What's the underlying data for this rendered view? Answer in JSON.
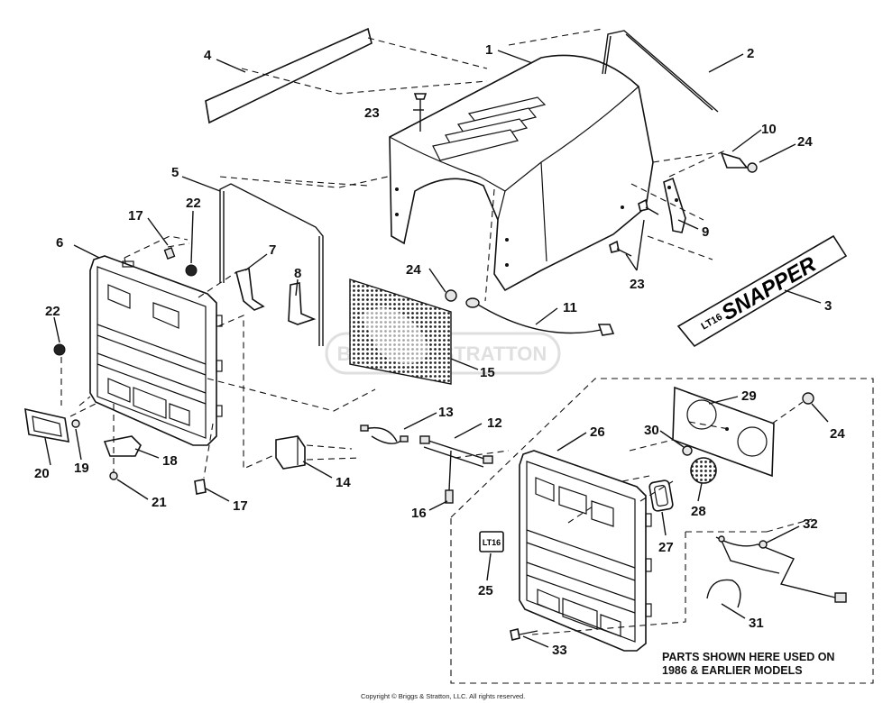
{
  "diagram": {
    "callouts": [
      {
        "id": "c1",
        "text": "1"
      },
      {
        "id": "c2",
        "text": "2"
      },
      {
        "id": "c3",
        "text": "3"
      },
      {
        "id": "c4",
        "text": "4"
      },
      {
        "id": "c5",
        "text": "5"
      },
      {
        "id": "c6",
        "text": "6"
      },
      {
        "id": "c7",
        "text": "7"
      },
      {
        "id": "c8",
        "text": "8"
      },
      {
        "id": "c9",
        "text": "9"
      },
      {
        "id": "c10",
        "text": "10"
      },
      {
        "id": "c11",
        "text": "11"
      },
      {
        "id": "c12",
        "text": "12"
      },
      {
        "id": "c13",
        "text": "13"
      },
      {
        "id": "c14",
        "text": "14"
      },
      {
        "id": "c15",
        "text": "15"
      },
      {
        "id": "c16",
        "text": "16"
      },
      {
        "id": "c17a",
        "text": "17"
      },
      {
        "id": "c17b",
        "text": "17"
      },
      {
        "id": "c18",
        "text": "18"
      },
      {
        "id": "c19",
        "text": "19"
      },
      {
        "id": "c20",
        "text": "20"
      },
      {
        "id": "c21",
        "text": "21"
      },
      {
        "id": "c22a",
        "text": "22"
      },
      {
        "id": "c22b",
        "text": "22"
      },
      {
        "id": "c23a",
        "text": "23"
      },
      {
        "id": "c23b",
        "text": "23"
      },
      {
        "id": "c24a",
        "text": "24"
      },
      {
        "id": "c24b",
        "text": "24"
      },
      {
        "id": "c24c",
        "text": "24"
      },
      {
        "id": "c25",
        "text": "25"
      },
      {
        "id": "c26",
        "text": "26"
      },
      {
        "id": "c27",
        "text": "27"
      },
      {
        "id": "c28",
        "text": "28"
      },
      {
        "id": "c29",
        "text": "29"
      },
      {
        "id": "c30",
        "text": "30"
      },
      {
        "id": "c31",
        "text": "31"
      },
      {
        "id": "c32",
        "text": "32"
      },
      {
        "id": "c33",
        "text": "33"
      }
    ],
    "decal_brand": "SNAPPER",
    "decal_model": "LT16",
    "badge_model": "LT16",
    "watermark": "BRIGGS & STRATTON",
    "inset_note_line1": "PARTS SHOWN HERE USED ON",
    "inset_note_line2": "1986 & EARLIER MODELS"
  },
  "footer": {
    "copyright": "Copyright © Briggs & Stratton, LLC. All rights reserved."
  }
}
